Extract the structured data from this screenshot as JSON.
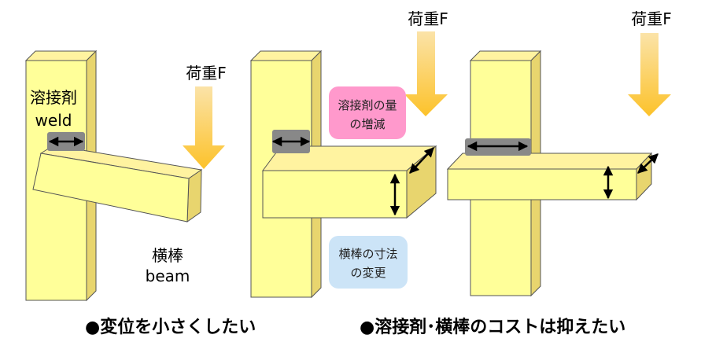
{
  "panel1": {
    "weld_label_ja": "溶接剤",
    "weld_label_en": "weld",
    "load_label": "荷重F",
    "beam_label_ja": "横棒",
    "beam_label_en": "beam"
  },
  "panel2": {
    "load_label": "荷重F",
    "weld_note_line1": "溶接剤の量",
    "weld_note_line2": "の増減",
    "beam_note_line1": "横棒の寸法",
    "beam_note_line2": "の変更"
  },
  "panel3": {
    "load_label": "荷重F"
  },
  "captions": {
    "left": "●変位を小さくしたい",
    "right": "●溶接剤･横棒のコストは抑えたい"
  },
  "colors": {
    "member_fill": "#ffff99",
    "member_side": "#e8d56e",
    "member_stroke": "#555555",
    "weld_fill": "#888888",
    "load_arrow_top": "#fbe3a8",
    "load_arrow_bottom": "#fcc22a",
    "weld_note_bg": "#ff99cc",
    "beam_note_bg": "#cce4f7"
  },
  "icons": {
    "dimension_arrow": "double-headed-arrow-icon",
    "load_arrow": "down-arrow-icon"
  }
}
